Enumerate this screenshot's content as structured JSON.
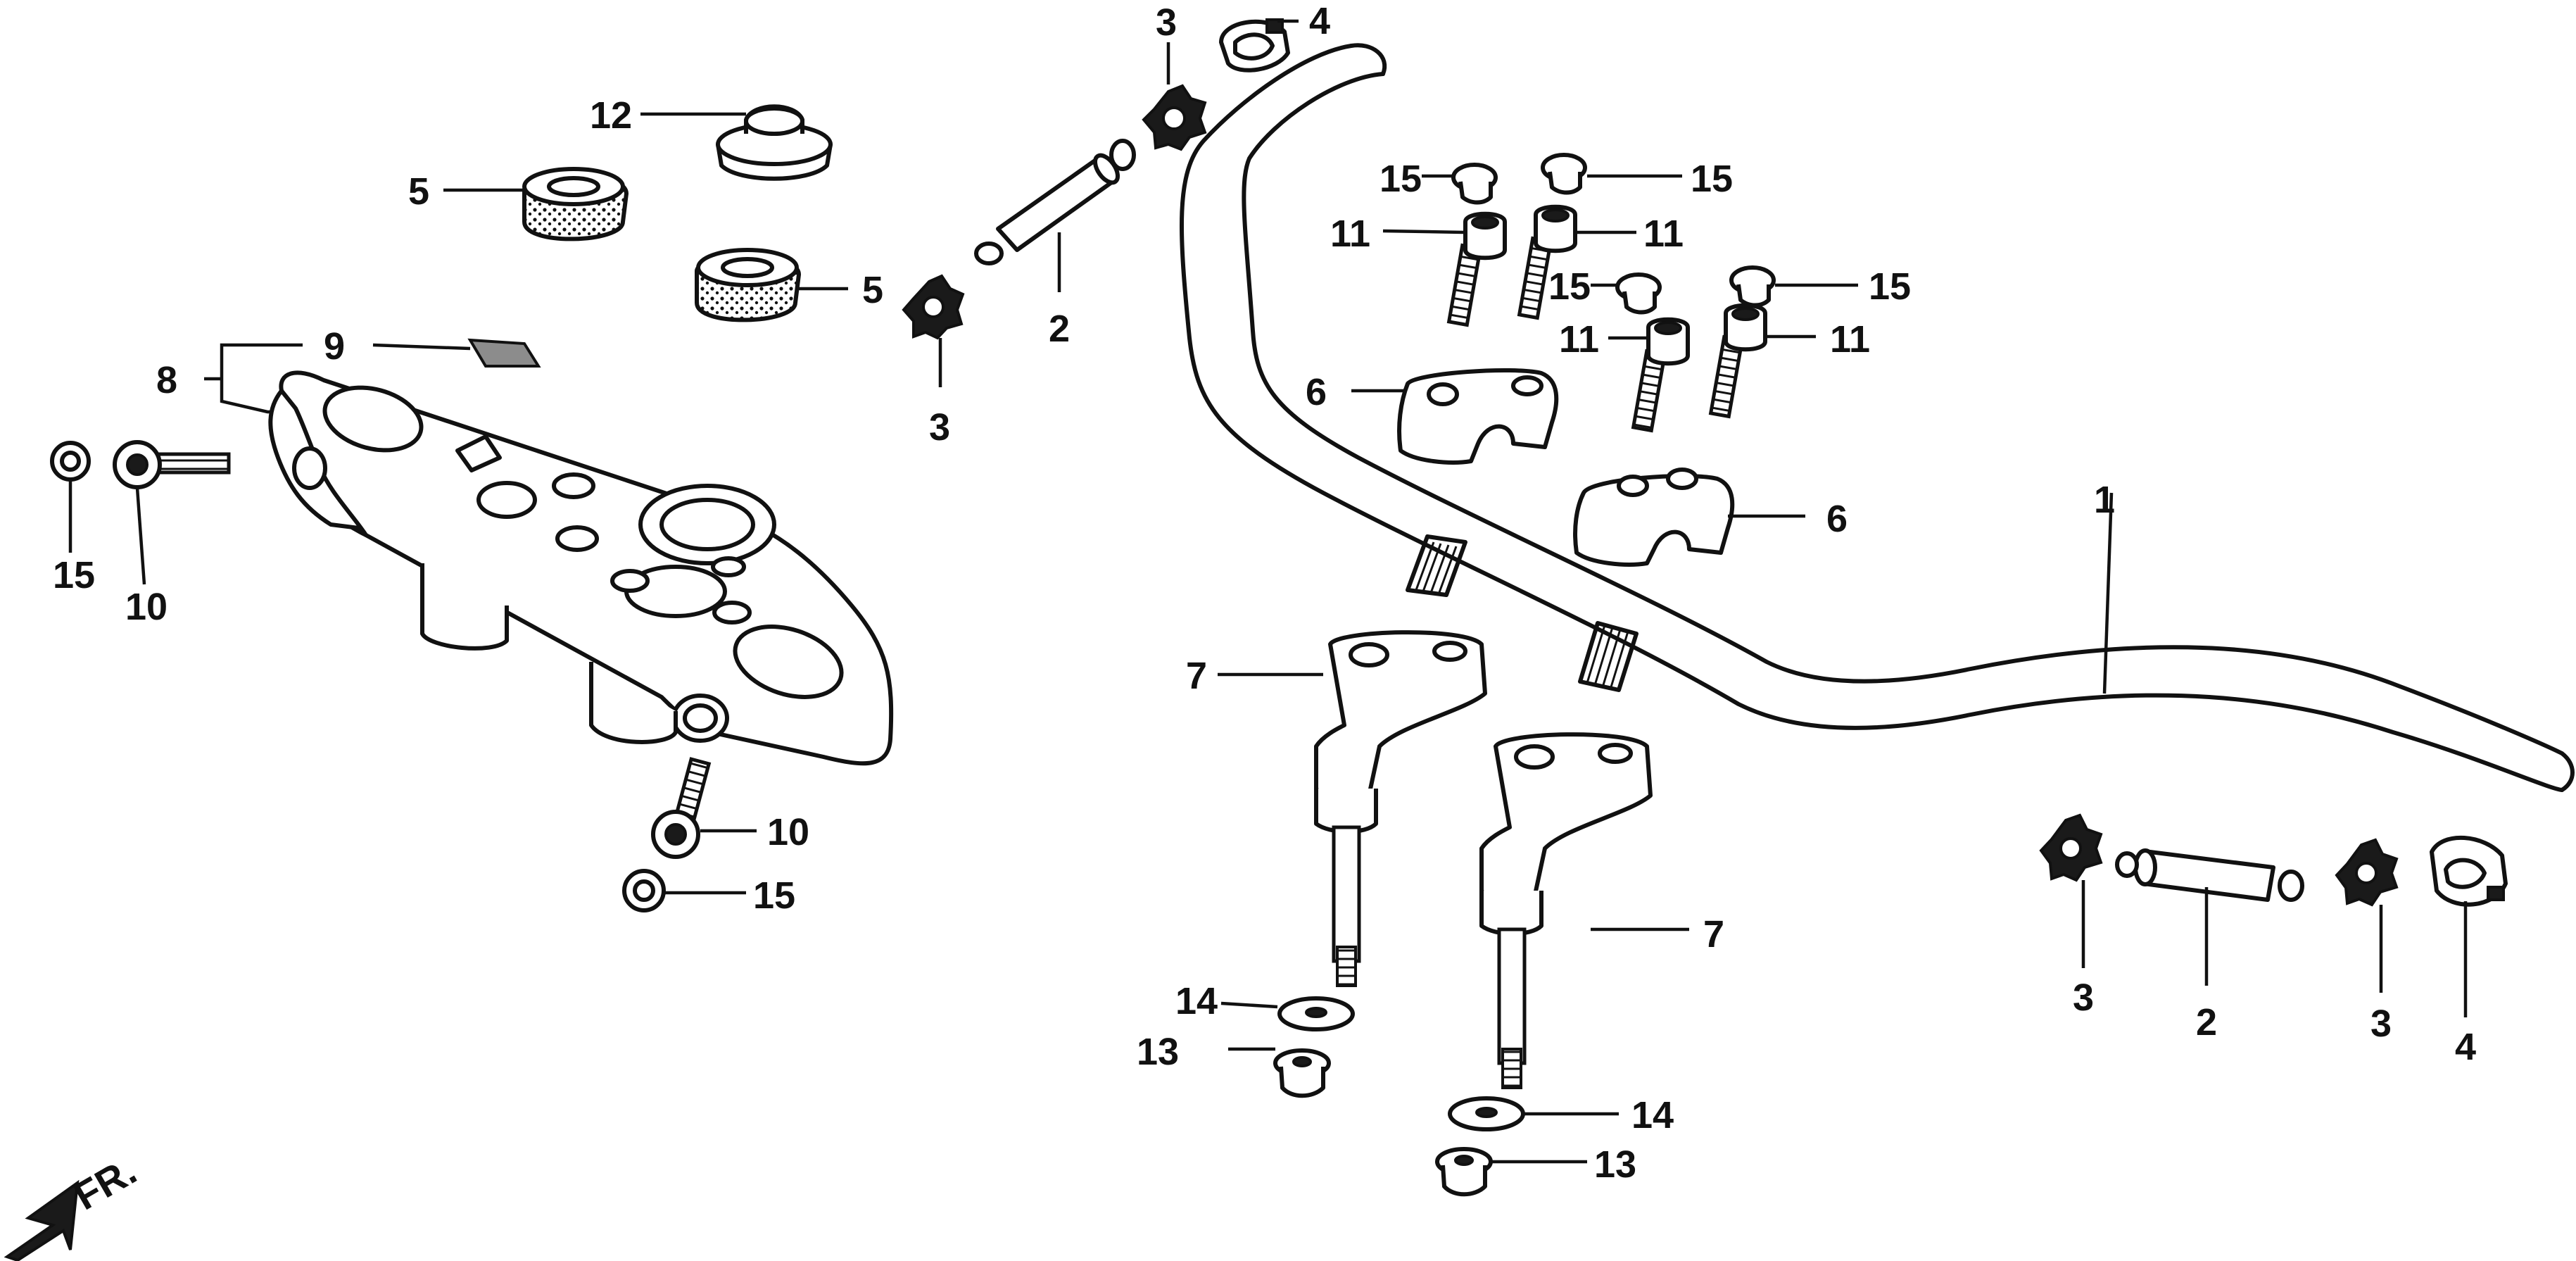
{
  "callouts": [
    {
      "id": "c1",
      "text": "1"
    },
    {
      "id": "c2a",
      "text": "2"
    },
    {
      "id": "c2b",
      "text": "2"
    },
    {
      "id": "c3a",
      "text": "3"
    },
    {
      "id": "c3b",
      "text": "3"
    },
    {
      "id": "c3c",
      "text": "3"
    },
    {
      "id": "c3d",
      "text": "3"
    },
    {
      "id": "c4a",
      "text": "4"
    },
    {
      "id": "c4b",
      "text": "4"
    },
    {
      "id": "c5a",
      "text": "5"
    },
    {
      "id": "c5b",
      "text": "5"
    },
    {
      "id": "c6a",
      "text": "6"
    },
    {
      "id": "c6b",
      "text": "6"
    },
    {
      "id": "c7a",
      "text": "7"
    },
    {
      "id": "c7b",
      "text": "7"
    },
    {
      "id": "c8",
      "text": "8"
    },
    {
      "id": "c9",
      "text": "9"
    },
    {
      "id": "c10a",
      "text": "10"
    },
    {
      "id": "c10b",
      "text": "10"
    },
    {
      "id": "c11a",
      "text": "11"
    },
    {
      "id": "c11b",
      "text": "11"
    },
    {
      "id": "c11c",
      "text": "11"
    },
    {
      "id": "c11d",
      "text": "11"
    },
    {
      "id": "c12",
      "text": "12"
    },
    {
      "id": "c13a",
      "text": "13"
    },
    {
      "id": "c13b",
      "text": "13"
    },
    {
      "id": "c14a",
      "text": "14"
    },
    {
      "id": "c14b",
      "text": "14"
    },
    {
      "id": "c15a",
      "text": "15"
    },
    {
      "id": "c15b",
      "text": "15"
    },
    {
      "id": "c15c",
      "text": "15"
    },
    {
      "id": "c15d",
      "text": "15"
    },
    {
      "id": "c15e",
      "text": "15"
    },
    {
      "id": "c15f",
      "text": "15"
    }
  ],
  "direction": {
    "label": "FR."
  },
  "icons": {
    "front_arrow": "arrow-left-down-icon"
  }
}
